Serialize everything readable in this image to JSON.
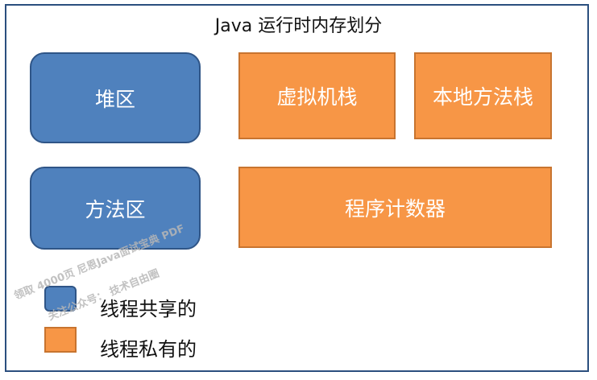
{
  "title": "Java 运行时内存划分",
  "regions": {
    "heap": "堆区",
    "method_area": "方法区",
    "vm_stack": "虚拟机栈",
    "native_method_stack": "本地方法栈",
    "program_counter": "程序计数器"
  },
  "legend": {
    "shared": "线程共享的",
    "private": "线程私有的"
  },
  "watermark": {
    "line1": "领取 4000页 尼恩Java面试宝典 PDF",
    "line2": "关注公众号： 技术自由圈"
  },
  "colors": {
    "shared": "#4f81bd",
    "private": "#f79646",
    "frame": "#2b4f7e"
  }
}
